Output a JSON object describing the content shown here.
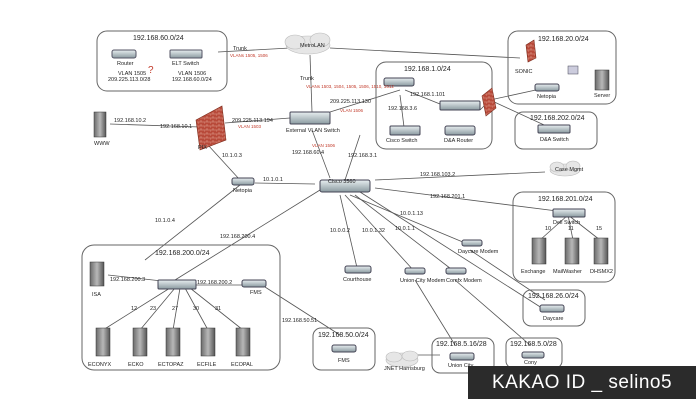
{
  "subnets": {
    "s60": "192.168.60.0/24",
    "s20": "192.168.20.0/24",
    "s1": "192.168.1.0/24",
    "s202": "192.168.202.0/24",
    "s201": "192.168.201.0/24",
    "s200": "192.168.200.0/24",
    "s26": "192.168.26.0/24",
    "s50": "192.168.50.0/24",
    "s5_28a": "192.168.5.16/28",
    "s5_28b": "192.168.5.0/28"
  },
  "devices": {
    "router": "Router",
    "elt_switch": "ELT Switch",
    "vlan1505": "VLAN 1505",
    "vlan1505_ip": "209.225.113.0/28",
    "vlan1506": "VLAN 1506",
    "vlan1506_ip": "192.168.60.0/24",
    "question": "?",
    "metrolan": "MetroLAN",
    "trunk_top": "Trunk",
    "trunk_mid": "Trunk",
    "vlan_list_a": "VLANs 1505, 1506",
    "vlan_list_b": "VLANs 1503, 1504, 1505, 1506, 1510, 1512",
    "external_switch": "External VLAN Switch",
    "ip_ext1": "209.225.113.130",
    "ip_ext2": "192.168.60.4",
    "ip_pix_out": "209.225.113.194",
    "pix_vlan": "VLAN 1503",
    "ext_vlan": "VLAN 1506",
    "ext_vlan2": "VLAN 1506",
    "www": "WWW",
    "ip_www": "192.168.10.2",
    "ip_pix_in": "192.168.10.1",
    "pix": "PIX",
    "ip_10_1_0_3": "10.1.0.3",
    "netopia_left": "Netopia",
    "ip_10_1_0_1": "10.1.0.1",
    "core": "Cisco 3560",
    "ip_10_1_0_4": "10.1.0.4",
    "ip_200_4": "192.168.200.4",
    "ip_1_101": "192.168.1.101",
    "ip_3_6": "192.168.3.6",
    "ip_3_1": "192.168.3.1",
    "cisco_switch": "Cisco Switch",
    "da_router": "D&A Router",
    "da_switch": "D&A Switch",
    "ip_103_2": "192.168.103.2",
    "case_mgmt": "Case Mgmt",
    "ip_201_1": "192.168.201.1",
    "dell_switch": "Dell Switch",
    "port10": "10",
    "port11": "11",
    "port15": "15",
    "exchange": "Exchange",
    "mailwasher": "MailWasher",
    "dhsmx": "DHSMX2",
    "sonic": "SONIC",
    "netopia_top": "Netopia",
    "server": "Server",
    "ip_10_0_1_13": "10.0.1.13",
    "ip_10_0_0_2": "10.0.0.2",
    "ip_10_0_1_32": "10.0.1.32",
    "ip_10_0_1_1": "10.0.1.1",
    "daycare_modem": "Daycare Modem",
    "courthouse": "Courthouse",
    "union_city_modem": "Union City Modem",
    "comfx_modem": "Comfx Modem",
    "daycare": "Daycare",
    "isa": "ISA",
    "ip_200_3": "192.168.200.3",
    "ip_200_2": "192.168.200.2",
    "fms_switch": "FMS",
    "ip_50_51": "192.168.50.51",
    "fms": "FMS",
    "jnet": "JNET Harrisburg",
    "union_city": "Union City",
    "cony": "Cony",
    "ports": [
      "12",
      "23",
      "27",
      "30",
      "31"
    ],
    "servers": [
      "ECONYX",
      "ECKO",
      "ECTOPAZ",
      "ECFILE",
      "ECOPAL"
    ]
  },
  "watermark": "KAKAO ID _ selino5"
}
